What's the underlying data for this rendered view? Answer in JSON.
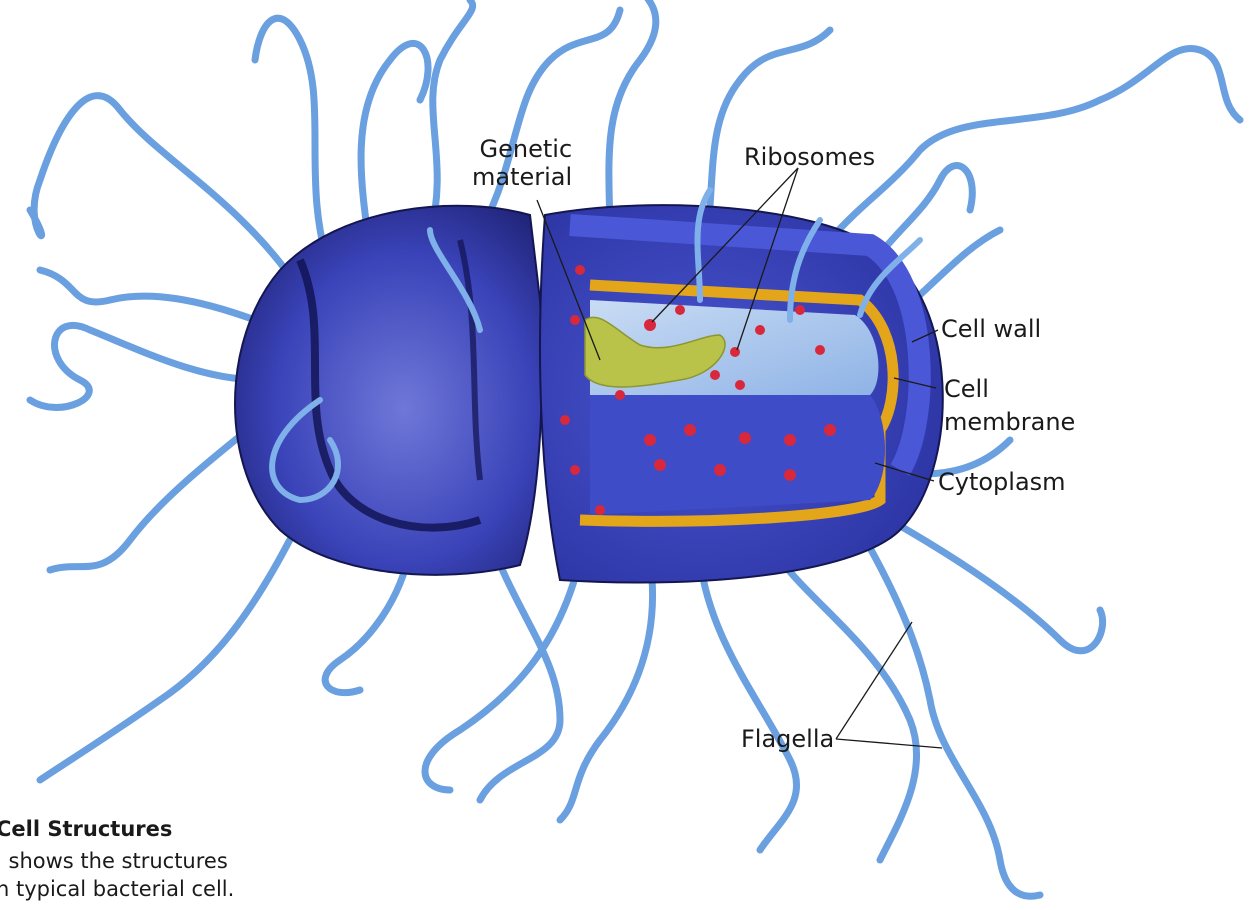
{
  "labels": {
    "genetic_material": [
      "Genetic",
      "material"
    ],
    "ribosomes": "Ribosomes",
    "cell_wall": "Cell wall",
    "cell_membrane": [
      "Cell",
      "membrane"
    ],
    "cytoplasm": "Cytoplasm",
    "flagella": "Flagella"
  },
  "caption": {
    "title": "Cell Structures",
    "lines": [
      "l shows the structures",
      "n typical bacterial cell."
    ]
  },
  "colors": {
    "cell_body": "#3a43b8",
    "cell_dark": "#1c1f6e",
    "flagella": "#6a9fe0",
    "cytoplasm": "#9fc0ea",
    "membrane": "#e3a51a",
    "genetic_material": "#b9c34a",
    "ribosome": "#d8283c"
  }
}
